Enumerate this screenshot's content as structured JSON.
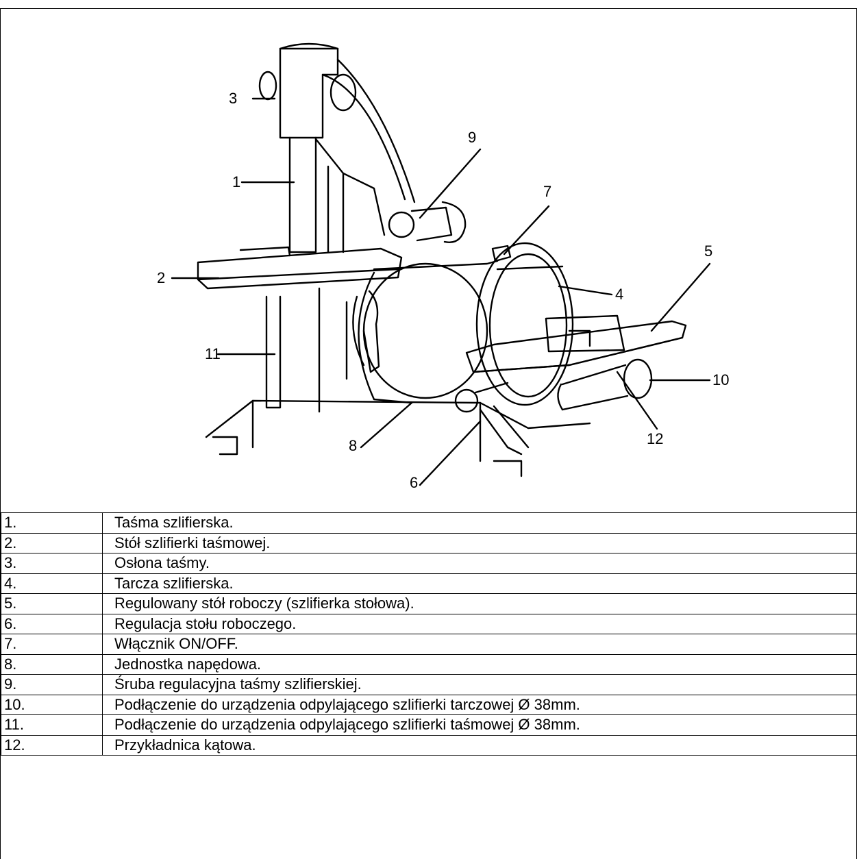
{
  "callouts": [
    {
      "id": "3",
      "label": "3"
    },
    {
      "id": "1",
      "label": "1"
    },
    {
      "id": "9",
      "label": "9"
    },
    {
      "id": "7",
      "label": "7"
    },
    {
      "id": "5",
      "label": "5"
    },
    {
      "id": "2",
      "label": "2"
    },
    {
      "id": "4",
      "label": "4"
    },
    {
      "id": "11",
      "label": "11"
    },
    {
      "id": "10",
      "label": "10"
    },
    {
      "id": "12",
      "label": "12"
    },
    {
      "id": "8",
      "label": "8"
    },
    {
      "id": "6",
      "label": "6"
    }
  ],
  "legend": [
    {
      "num": "1.",
      "desc": "Taśma szlifierska."
    },
    {
      "num": "2.",
      "desc": "Stół szlifierki taśmowej."
    },
    {
      "num": "3.",
      "desc": "Osłona taśmy."
    },
    {
      "num": "4.",
      "desc": "Tarcza szlifierska."
    },
    {
      "num": "5.",
      "desc": "Regulowany stół roboczy (szlifierka stołowa)."
    },
    {
      "num": "6.",
      "desc": "Regulacja stołu roboczego."
    },
    {
      "num": "7.",
      "desc": "Włącznik ON/OFF."
    },
    {
      "num": "8.",
      "desc": "Jednostka napędowa."
    },
    {
      "num": "9.",
      "desc": "Śruba regulacyjna taśmy szlifierskiej."
    },
    {
      "num": "10.",
      "desc": "Podłączenie do urządzenia odpylającego szlifierki tarczowej Ø 38mm."
    },
    {
      "num": "11.",
      "desc": "Podłączenie do urządzenia odpylającego szlifierki taśmowej Ø 38mm."
    },
    {
      "num": "12.",
      "desc": "Przykładnica kątowa."
    }
  ]
}
